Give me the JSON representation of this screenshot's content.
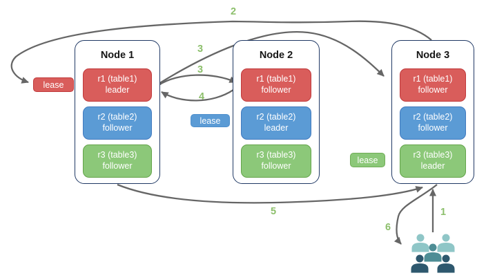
{
  "nodes": [
    {
      "title": "Node 1",
      "replicas": [
        {
          "name": "r1 (table1)",
          "role": "leader",
          "kind": "red"
        },
        {
          "name": "r2 (table2)",
          "role": "follower",
          "kind": "blue"
        },
        {
          "name": "r3 (table3)",
          "role": "follower",
          "kind": "green"
        }
      ]
    },
    {
      "title": "Node 2",
      "replicas": [
        {
          "name": "r1 (table1)",
          "role": "follower",
          "kind": "red"
        },
        {
          "name": "r2 (table2)",
          "role": "leader",
          "kind": "blue"
        },
        {
          "name": "r3 (table3)",
          "role": "follower",
          "kind": "green"
        }
      ]
    },
    {
      "title": "Node 3",
      "replicas": [
        {
          "name": "r1 (table1)",
          "role": "follower",
          "kind": "red"
        },
        {
          "name": "r2 (table2)",
          "role": "follower",
          "kind": "blue"
        },
        {
          "name": "r3 (table3)",
          "role": "leader",
          "kind": "green"
        }
      ]
    }
  ],
  "leases": {
    "red": "lease",
    "blue": "lease",
    "green": "lease"
  },
  "arrow_labels": {
    "step1": "1",
    "step2": "2",
    "step3_long": "3",
    "step3_short": "3",
    "step4": "4",
    "step5": "5",
    "step6": "6"
  },
  "icons": {
    "clients": "users-group-icon"
  },
  "colors": {
    "red_fill": "#D95D5B",
    "red_border": "#C0393B",
    "blue_fill": "#5B9BD5",
    "blue_border": "#4179BE",
    "green_fill": "#8CC879",
    "green_border": "#63A349",
    "node_border": "#1F3864",
    "arrow": "#666666",
    "label_green": "#8CBF6B",
    "people_light": "#8FC6C7",
    "people_mid": "#4E8D95",
    "people_dark": "#2E586E"
  }
}
